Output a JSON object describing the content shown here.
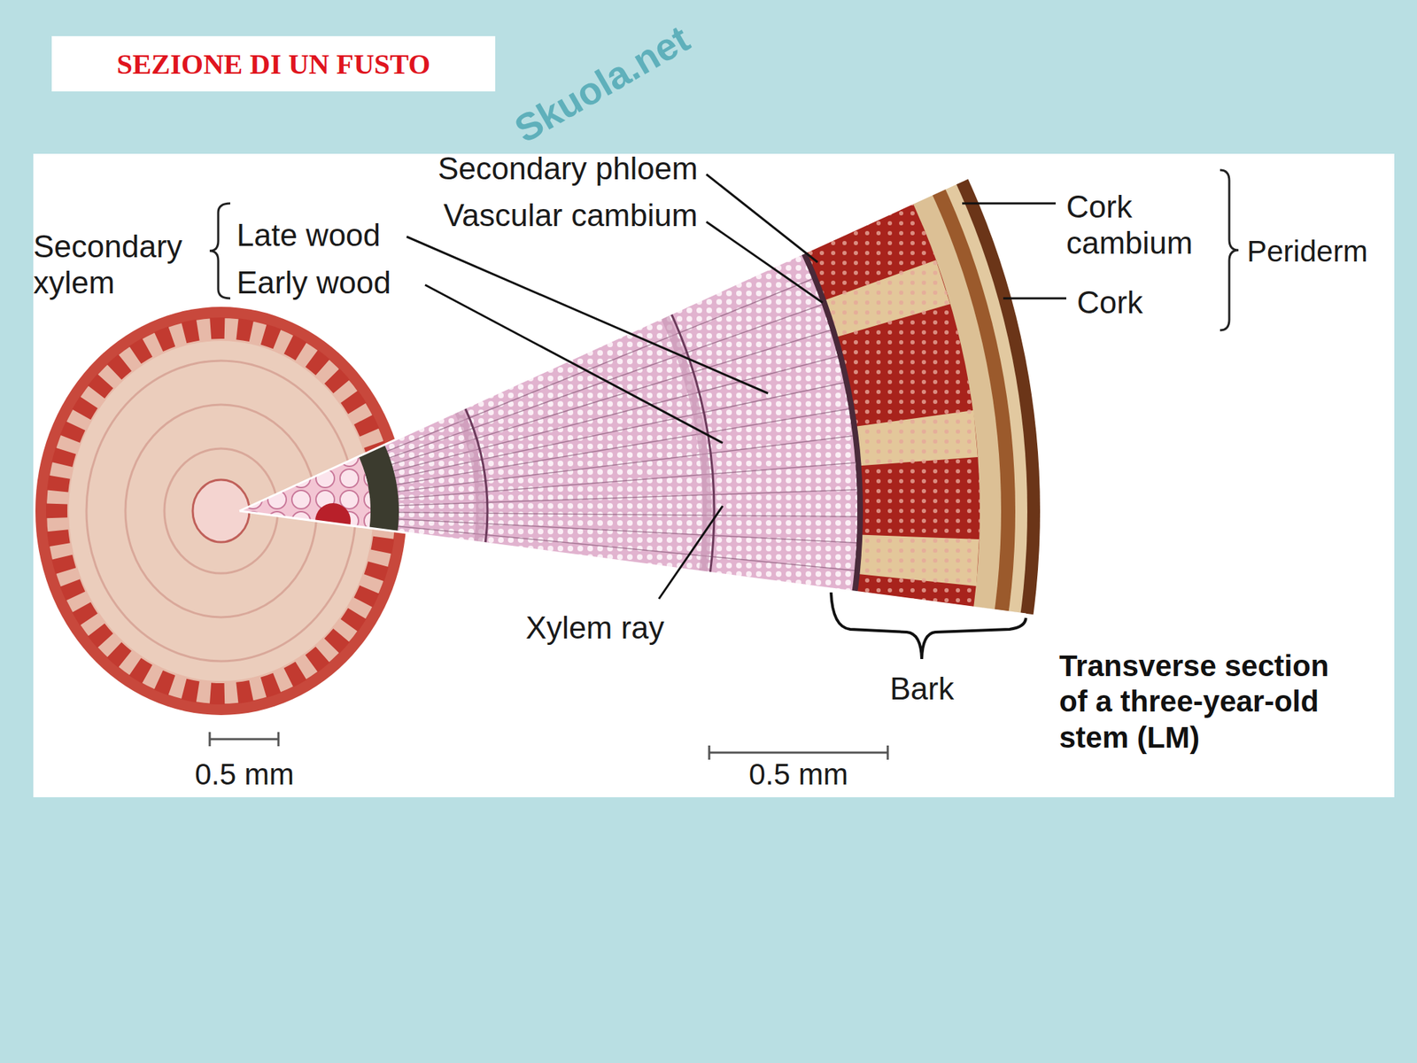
{
  "diagram": {
    "title": "SEZIONE DI UN FUSTO",
    "caption": "Transverse section of a three-year-old stem (LM)",
    "labels": [
      "Secondary xylem",
      "Late wood",
      "Early wood",
      "Secondary phloem",
      "Vascular cambium",
      "Cork cambium",
      "Periderm",
      "Cork",
      "Xylem ray",
      "Bark",
      "0.5 mm",
      "0.5 mm",
      "Skuola.net"
    ]
  }
}
